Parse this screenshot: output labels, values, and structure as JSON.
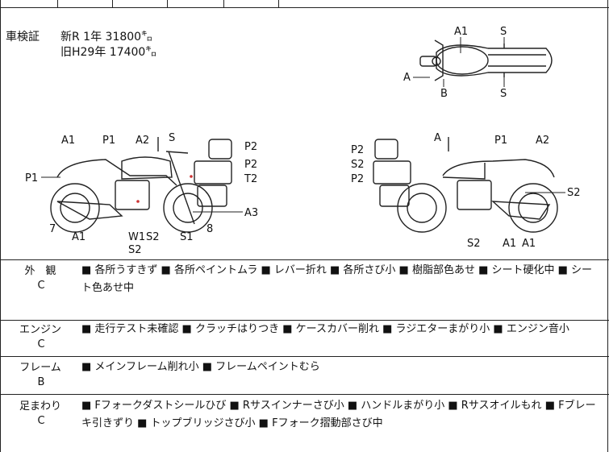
{
  "shaken": {
    "label": "車検証",
    "line1": "新R 1年 31800㌔",
    "line2": "旧H29年 17400㌔"
  },
  "top_view_labels": {
    "a1": "A1",
    "s_top": "S",
    "a": "A",
    "b": "B",
    "s_bottom": "S"
  },
  "left_view_labels": {
    "a1_top": "A1",
    "p1_top": "P1",
    "a2": "A2",
    "s": "S",
    "p2_a": "P2",
    "p1_left": "P1",
    "p2_b": "P2",
    "t2": "T2",
    "a3": "A3",
    "n7": "7",
    "a1_bottom": "A1",
    "w1": "W1",
    "s2": "S2",
    "s2_low": "S2",
    "s1": "S1",
    "n8": "8"
  },
  "right_view_labels": {
    "a": "A",
    "p1": "P1",
    "a2": "A2",
    "p2_a": "P2",
    "s2_a": "S2",
    "p2_b": "P2",
    "s2_right": "S2",
    "s2_bottom": "S2",
    "a1_a": "A1",
    "a1_b": "A1"
  },
  "sections": [
    {
      "category": "外　観",
      "grade": "C",
      "text": "■ 各所うすきず ■ 各所ペイントムラ ■ レバー折れ ■ 各所さび小 ■ 樹脂部色あせ ■ シート硬化中 ■ シート色あせ中"
    },
    {
      "category": "エンジン",
      "grade": "C",
      "text": "■ 走行テスト未確認 ■ クラッチはりつき ■ ケースカバー削れ ■ ラジエターまがり小 ■ エンジン音小"
    },
    {
      "category": "フレーム",
      "grade": "B",
      "text": "■ メインフレーム削れ小 ■ フレームペイントむら"
    },
    {
      "category": "足まわり",
      "grade": "C",
      "text": "■ Fフォークダストシールひび ■ Rサスインナーさび小 ■ ハンドルまがり小 ■ Rサスオイルもれ ■ Fブレーキ引きずり ■ トップブリッジさび小 ■ Fフォーク摺動部さび中"
    }
  ]
}
